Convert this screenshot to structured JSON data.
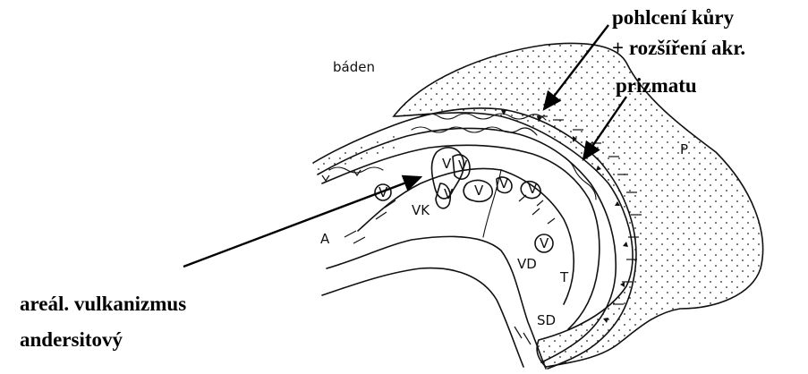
{
  "diagram": {
    "period_label": "báden",
    "region_labels": {
      "p": "P",
      "vk": "VK",
      "vd": "VD",
      "t": "T",
      "sd": "SD",
      "a": "A"
    },
    "volcano_symbol": "V",
    "annotations": {
      "crust_absorption_line1": "pohlcení kůry",
      "crust_absorption_line2": "+ rozšíření akr.",
      "crust_absorption_line3": "prizmatu",
      "volcanism_line1": "areál. vulkanizmus",
      "volcanism_line2": "andersitový"
    }
  }
}
